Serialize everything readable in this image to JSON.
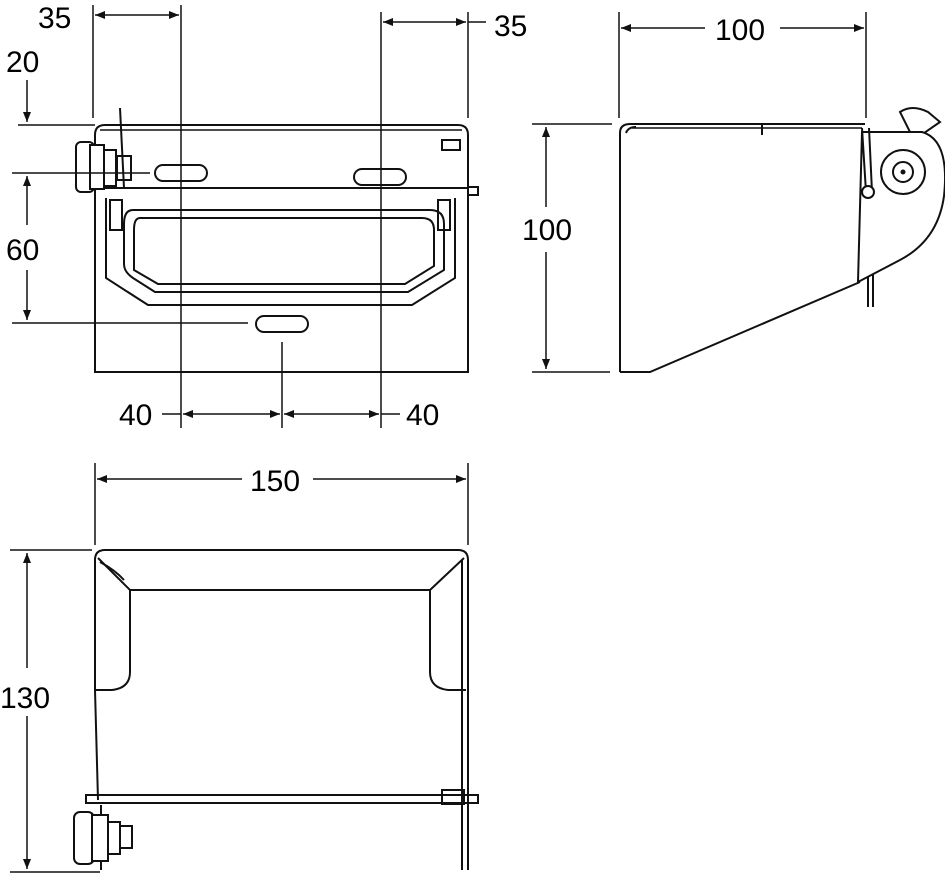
{
  "dimensions": {
    "front_left_offset": "35",
    "front_right_offset": "35",
    "front_top_offset": "20",
    "front_slot_spacing": "60",
    "front_bottom_left": "40",
    "front_bottom_right": "40",
    "side_depth": "100",
    "side_height": "100",
    "top_width": "150",
    "top_depth": "130"
  },
  "colors": {
    "line": "#111111",
    "background": "#ffffff"
  }
}
